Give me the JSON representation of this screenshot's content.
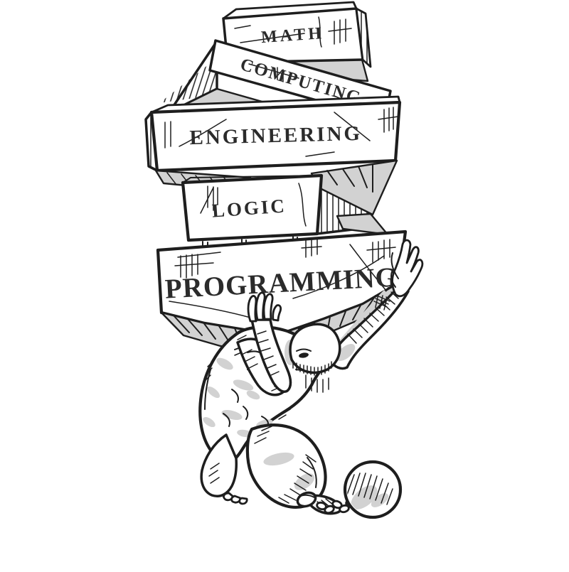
{
  "illustration": {
    "description": "Hand-drawn ink cartoon of a chained Atlas-like figure kneeling under a teetering stack of stone slabs, with an iron ball shackled to his ankle",
    "blocks": [
      {
        "id": "math",
        "label": "MATH"
      },
      {
        "id": "computing",
        "label": "COMPUTING"
      },
      {
        "id": "engineering",
        "label": "ENGINEERING"
      },
      {
        "id": "logic",
        "label": "LOGIC"
      },
      {
        "id": "programming",
        "label": "PROGRAMMING"
      }
    ],
    "colors": {
      "ink": "#1e1e1e",
      "shade": "#d2d2d2",
      "background": "#ffffff",
      "text": "#2b2b2b"
    }
  }
}
